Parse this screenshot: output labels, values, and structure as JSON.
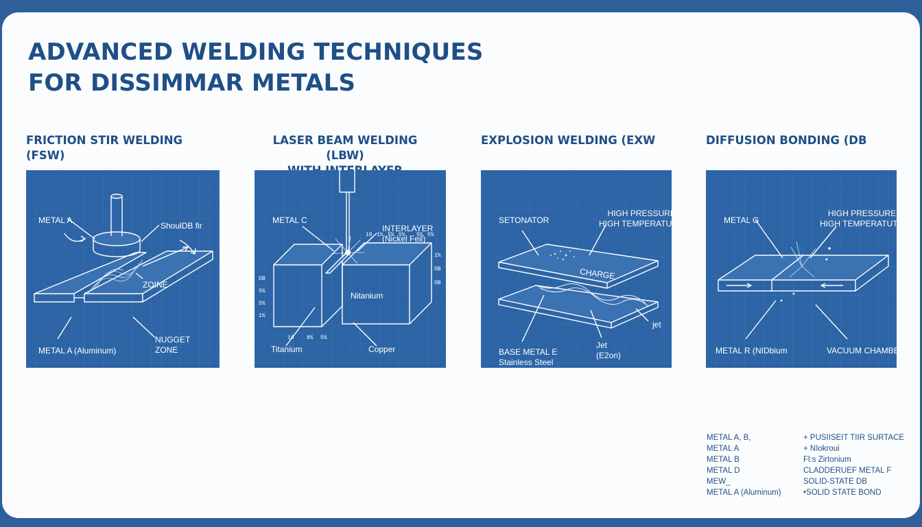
{
  "page": {
    "title_lines": [
      "ADVANCED WELDING TECHNIQUES",
      "FOR DISSIMMAR METALS"
    ]
  },
  "sections": [
    {
      "title_lines": [
        "FRICTION STIR WELDING (FSW)"
      ],
      "labels": {
        "metal_a": "METAL A",
        "shoulder": "ShoulDB fir",
        "zone": "ZOINE",
        "bottom_left": "METAL A (Aluminum)",
        "nugget": [
          "NUGGET",
          "ZONE"
        ]
      }
    },
    {
      "title_lines": [
        "LASER BEAM WELDING (LBW)",
        "WITH INTERLAYER"
      ],
      "labels": {
        "metal_c": "METAL C",
        "interlayer": [
          "INTERLAYER",
          "(Nickel Feil)"
        ],
        "block_right": "Nitanium",
        "titanium": "Titanium",
        "copper": "Copper",
        "dims_top": [
          "10",
          "1%",
          "5%",
          "5%",
          "5%",
          "5%"
        ],
        "dims_left": [
          "DB",
          "5%",
          "5%",
          "1%"
        ],
        "dims_bottom": [
          "10",
          "8%",
          "5%"
        ],
        "dims_right": [
          "1%",
          "DB",
          "DB"
        ]
      }
    },
    {
      "title_lines": [
        "EXPLOSION WELDING (EXW"
      ],
      "labels": {
        "detonator": "SETONATOR",
        "pressure": [
          "HIGH PRESSURE +",
          "HIGH TEMPERATUBE"
        ],
        "charge": "CHARGE",
        "base": [
          "BASE METAL E",
          "Stainless Steel"
        ],
        "jet_right": "jet",
        "jet_bottom": [
          "Jet",
          "(E2on)"
        ]
      }
    },
    {
      "title_lines": [
        "DIFFUSION BONDING (DB"
      ],
      "labels": {
        "metal_g": "METAL G",
        "pressure": [
          "HIGH PRESSURE +",
          "HIGH TEMPERATUTE"
        ],
        "metal_r": "METAL R (NIDbium",
        "vacuum": "VACUUM CHAMBER"
      }
    }
  ],
  "legend": [
    {
      "key": "METAL A, B,",
      "value": "+ PUSIISEIT TIIR SURTACE"
    },
    {
      "key": "METAL A",
      "value": "+ NIokroui"
    },
    {
      "key": "METAL B",
      "value": "Fl:s Zirtonium"
    },
    {
      "key": "METAL D",
      "value": "CLADDERUEF METAL F"
    },
    {
      "key": "MEW_",
      "value": "SOLID-STATE DB"
    },
    {
      "key": "METAL A (Aluminum)",
      "value": "•SOLID STATE BOND"
    }
  ],
  "colors": {
    "background": "#2f5f9a",
    "card": "#fbfcfd",
    "heading": "#1f4f86",
    "panel": "#2c64a5",
    "line": "#ffffff"
  }
}
